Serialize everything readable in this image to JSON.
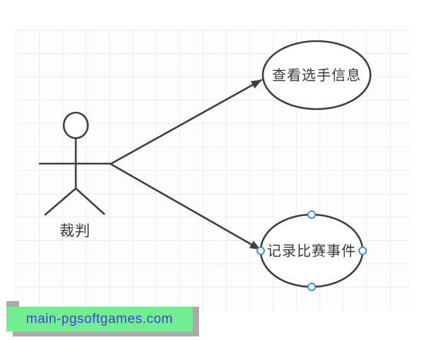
{
  "diagram": {
    "type": "uml-use-case",
    "actor": {
      "label": "裁判"
    },
    "use_cases": [
      {
        "label": "查看选手信息",
        "selected": false
      },
      {
        "label": "记录比赛事件",
        "selected": true
      }
    ],
    "connections": [
      {
        "from": "裁判",
        "to": "查看选手信息",
        "style": "arrow"
      },
      {
        "from": "裁判",
        "to": "记录比赛事件",
        "style": "arrow"
      }
    ],
    "colors": {
      "stroke": "#3f3f3f",
      "grid_line": "#ececec",
      "selection_handle": "#3e96d2",
      "shape_fill": "#ffffff"
    }
  },
  "watermark": {
    "text": "main-pgsoftgames.com",
    "bg_color": "#6fee92",
    "text_color": "#4b3fd1",
    "shadow_color": "#ababab"
  }
}
